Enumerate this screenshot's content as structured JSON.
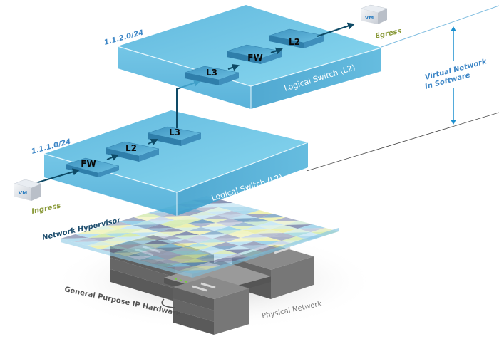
{
  "title": "Network Virtualization Diagram",
  "colors": {
    "slab_top": "#6fcbe8",
    "slab_front": "#4fb3db",
    "slab_side": "#3a9fcc",
    "node_top": "#5ab0d6",
    "arrow": "#0e4a66",
    "subnet_label": "#3d86c6",
    "vm_label": "#8a9a3a",
    "annotation": "#3d86c6",
    "dim_arrow": "#1a8fcf",
    "hardware": "#6a6a6a",
    "hw_label": "#555555"
  },
  "upper_switch": {
    "subnet": "1.1.2.0/24",
    "label": "Logical Switch  (L2)",
    "nodes": [
      "L3",
      "FW",
      "L2"
    ],
    "endpoint": {
      "icon_text": "VM",
      "label": "Egress"
    }
  },
  "lower_switch": {
    "subnet": "1.1.1.0/24",
    "label": "Logical Switch (L2)",
    "nodes": [
      "FW",
      "L2",
      "L3"
    ],
    "endpoint": {
      "icon_text": "VM",
      "label": "Ingress"
    }
  },
  "annotation": {
    "line1": "Virtual Network",
    "line2": "In Software"
  },
  "hypervisor": {
    "label": "Network Hypervisor"
  },
  "hardware": {
    "label": "General Purpose IP Hardware",
    "network_label": "Physical Network"
  }
}
